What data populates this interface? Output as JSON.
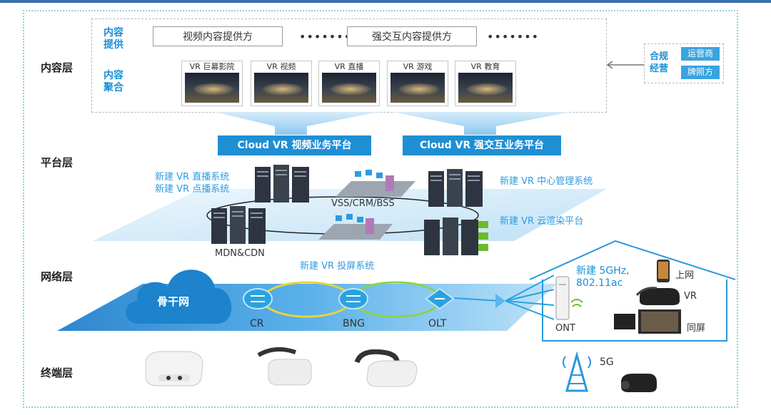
{
  "layers": {
    "content": "内容层",
    "platform": "平台层",
    "network": "网络层",
    "terminal": "终端层"
  },
  "content": {
    "provide_label": "内容\n提供",
    "aggregate_label": "内容\n聚合",
    "providers": [
      "视频内容提供方",
      "强交互内容提供方"
    ],
    "dots": "•••••••",
    "cards": [
      "VR 巨幕影院",
      "VR 视频",
      "VR 直播",
      "VR 游戏",
      "VR 教育"
    ]
  },
  "compliance": {
    "label": "合规\n经营",
    "buttons": [
      "运营商",
      "牌照方"
    ]
  },
  "platforms": [
    "Cloud VR 视频业务平台",
    "Cloud VR 强交互业务平台"
  ],
  "systems": {
    "live_vod": "新建 VR 直播系统\n新建 VR 点播系统",
    "center": "新建 VR 中心管理系统",
    "render": "新建 VR 云渲染平台",
    "vss": "VSS/CRM/BSS",
    "mdn": "MDN&CDN",
    "screen": "新建 VR 投屏系统"
  },
  "network": {
    "backbone": "骨干网",
    "nodes": [
      "CR",
      "BNG",
      "OLT"
    ]
  },
  "home": {
    "wifi": "新建 5GHz,\n802.11ac",
    "ont": "ONT",
    "surf": "上网",
    "vr": "VR",
    "cast": "同屏"
  },
  "terminal": {
    "fiveg": "5G"
  },
  "colors": {
    "accent": "#1f8fd4",
    "light_blue": "#3aa3e0",
    "text_blue": "#1a8fd6",
    "border": "#8fd0e0"
  }
}
